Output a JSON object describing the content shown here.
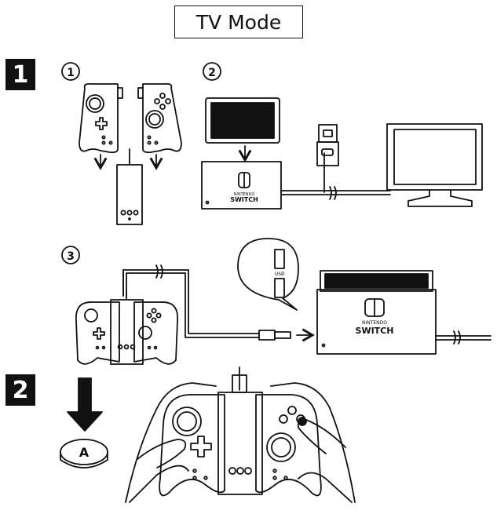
{
  "title": "TV Mode",
  "steps": [
    "1",
    "2"
  ],
  "substeps": [
    "①",
    "②",
    "③"
  ],
  "dock_brand": "NINTENDO",
  "dock_name": "SWITCH",
  "usb_label": "USB",
  "button_label": "A"
}
